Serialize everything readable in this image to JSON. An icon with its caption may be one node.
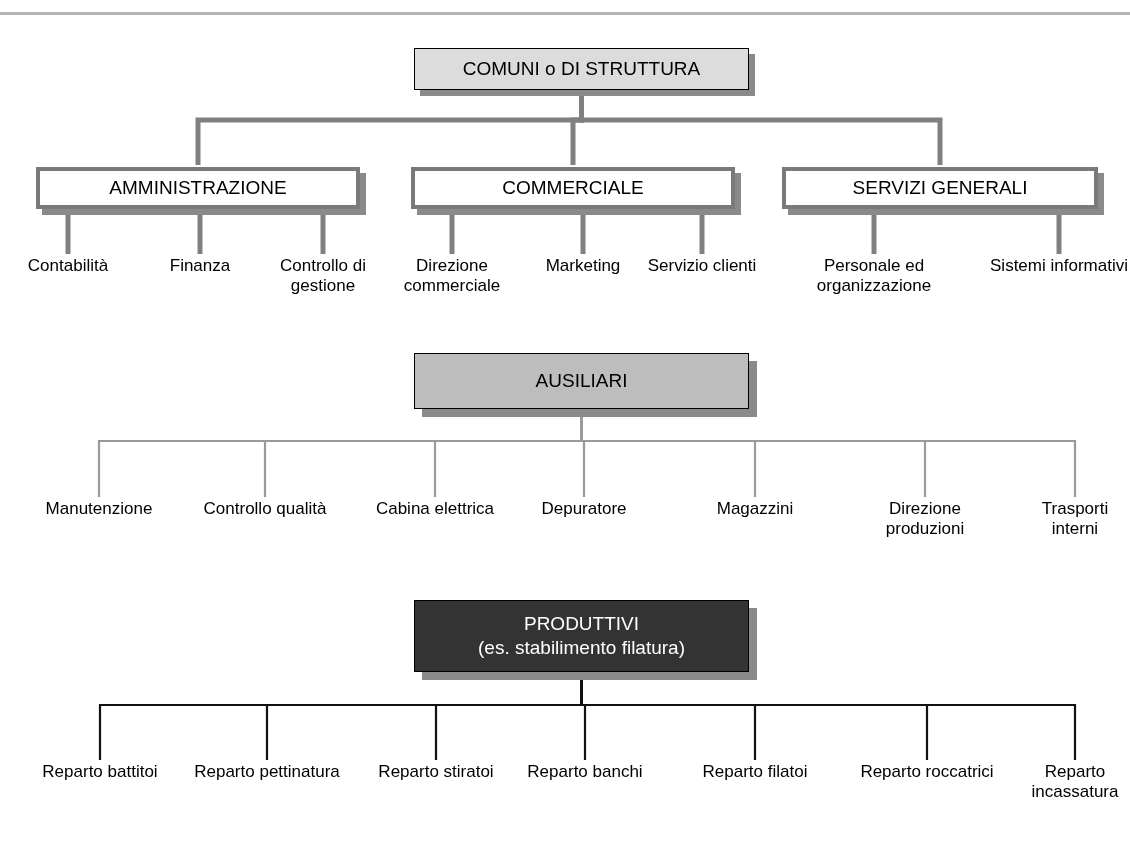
{
  "diagram": {
    "nodes": [
      {
        "text": [
          "COMUNI o DI STRUTTURA"
        ]
      },
      {
        "text": [
          "AMMINISTRAZIONE"
        ]
      },
      {
        "text": [
          "COMMERCIALE"
        ]
      },
      {
        "text": [
          "SERVIZI GENERALI"
        ]
      },
      {
        "text": [
          "Contabilità"
        ]
      },
      {
        "text": [
          "Finanza"
        ]
      },
      {
        "text": [
          "Controllo di gestione"
        ]
      },
      {
        "text": [
          "Direzione commerciale"
        ]
      },
      {
        "text": [
          "Marketing"
        ]
      },
      {
        "text": [
          "Servizio clienti"
        ]
      },
      {
        "text": [
          "Personale ed organizzazione"
        ]
      },
      {
        "text": [
          "Sistemi informativi"
        ]
      },
      {
        "text": [
          "AUSILIARI"
        ]
      },
      {
        "text": [
          "Manutenzione"
        ]
      },
      {
        "text": [
          "Controllo qualità"
        ]
      },
      {
        "text": [
          "Cabina elettrica"
        ]
      },
      {
        "text": [
          "Depuratore"
        ]
      },
      {
        "text": [
          "Magazzini"
        ]
      },
      {
        "text": [
          "Direzione produzioni"
        ]
      },
      {
        "text": [
          "Trasporti interni"
        ]
      },
      {
        "text": [
          "PRODUTTIVI",
          "(es. stabilimento filatura)"
        ]
      },
      {
        "text": [
          "Reparto battitoi"
        ]
      },
      {
        "text": [
          "Reparto pettinatura"
        ]
      },
      {
        "text": [
          "Reparto stiratoi"
        ]
      },
      {
        "text": [
          "Reparto banchi"
        ]
      },
      {
        "text": [
          "Reparto filatoi"
        ]
      },
      {
        "text": [
          "Reparto roccatrici"
        ]
      },
      {
        "text": [
          "Reparto incassatura"
        ]
      }
    ],
    "edges": [
      {
        "from": 0,
        "to": 1,
        "arrow": "none",
        "style": "thick"
      },
      {
        "from": 0,
        "to": 2,
        "arrow": "none",
        "style": "thick"
      },
      {
        "from": 0,
        "to": 3,
        "arrow": "none",
        "style": "thick"
      },
      {
        "from": 1,
        "to": 4,
        "arrow": "none",
        "style": "thick"
      },
      {
        "from": 1,
        "to": 5,
        "arrow": "none",
        "style": "thick"
      },
      {
        "from": 1,
        "to": 6,
        "arrow": "none",
        "style": "thick"
      },
      {
        "from": 2,
        "to": 7,
        "arrow": "none",
        "style": "thick"
      },
      {
        "from": 2,
        "to": 8,
        "arrow": "none",
        "style": "thick"
      },
      {
        "from": 2,
        "to": 9,
        "arrow": "none",
        "style": "thick"
      },
      {
        "from": 3,
        "to": 10,
        "arrow": "none",
        "style": "thick"
      },
      {
        "from": 3,
        "to": 11,
        "arrow": "none",
        "style": "thick"
      },
      {
        "from": 12,
        "to": 13,
        "arrow": "none"
      },
      {
        "from": 12,
        "to": 14,
        "arrow": "none"
      },
      {
        "from": 12,
        "to": 15,
        "arrow": "none"
      },
      {
        "from": 12,
        "to": 16,
        "arrow": "none"
      },
      {
        "from": 12,
        "to": 17,
        "arrow": "none"
      },
      {
        "from": 12,
        "to": 18,
        "arrow": "none"
      },
      {
        "from": 12,
        "to": 19,
        "arrow": "none"
      },
      {
        "from": 20,
        "to": 21,
        "arrow": "none",
        "color": "#111111"
      },
      {
        "from": 20,
        "to": 22,
        "arrow": "none",
        "color": "#111111"
      },
      {
        "from": 20,
        "to": 23,
        "arrow": "none",
        "color": "#111111"
      },
      {
        "from": 20,
        "to": 24,
        "arrow": "none",
        "color": "#111111"
      },
      {
        "from": 20,
        "to": 25,
        "arrow": "none",
        "color": "#111111"
      },
      {
        "from": 20,
        "to": 26,
        "arrow": "none",
        "color": "#111111"
      },
      {
        "from": 20,
        "to": 27,
        "arrow": "none",
        "color": "#111111"
      }
    ]
  }
}
